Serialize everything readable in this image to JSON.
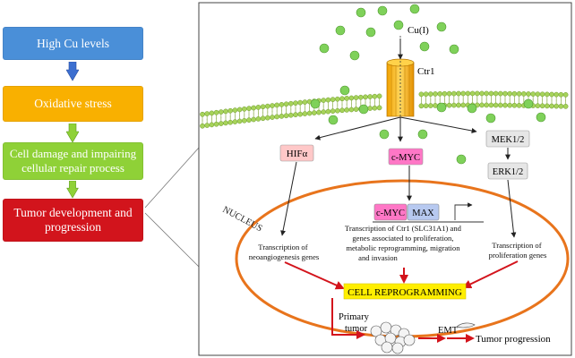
{
  "flowchart": {
    "steps": [
      {
        "label": "High Cu levels",
        "color": "#4a8fd8"
      },
      {
        "label": "Oxidative stress",
        "color": "#f9b000"
      },
      {
        "label": "Cell damage and impairing cellular repair process",
        "color": "#8fd137"
      },
      {
        "label": "Tumor development and progression",
        "color": "#d2141c"
      }
    ],
    "arrow_colors": [
      "#3c6fd0",
      "#8fd137",
      "#8fd137"
    ]
  },
  "cell": {
    "copper_label": "Cu(I)",
    "transporter_label": "Ctr1",
    "nucleus_label": "NUCLEUS",
    "hif_label": "HIFα",
    "cmyc_label": "c-MYC",
    "mek_label": "MEK1/2",
    "erk_label": "ERK1/2",
    "cmyc_complex_label": "c-MYC",
    "max_label": "MAX",
    "left_transcription": [
      "Transcription  of",
      "neoangiogenesis genes"
    ],
    "center_transcription": [
      "Transcription  of Ctr1 (SLC31A1) and",
      "genes associated to proliferation,",
      "metabolic reprogramming,  migration",
      "and invasion"
    ],
    "right_transcription": [
      "Transcription of",
      "proliferation genes"
    ],
    "reprogramming_label": "CELL REPROGRAMMING",
    "primary_tumor_label": [
      "Primary",
      "tumor"
    ],
    "emt_label": "EMT",
    "progression_label": "Tumor progression"
  },
  "colors": {
    "copper": "#7fd15a",
    "membrane": "#a6d35a",
    "nucleus": "#e8741c",
    "red_arrow": "#d3141c",
    "cmyc": "#ff77c6",
    "max": "#b7c9f0",
    "hif": "#ffc8c8",
    "erk": "#e6e6e6",
    "reprogramming": "#ffee00"
  }
}
